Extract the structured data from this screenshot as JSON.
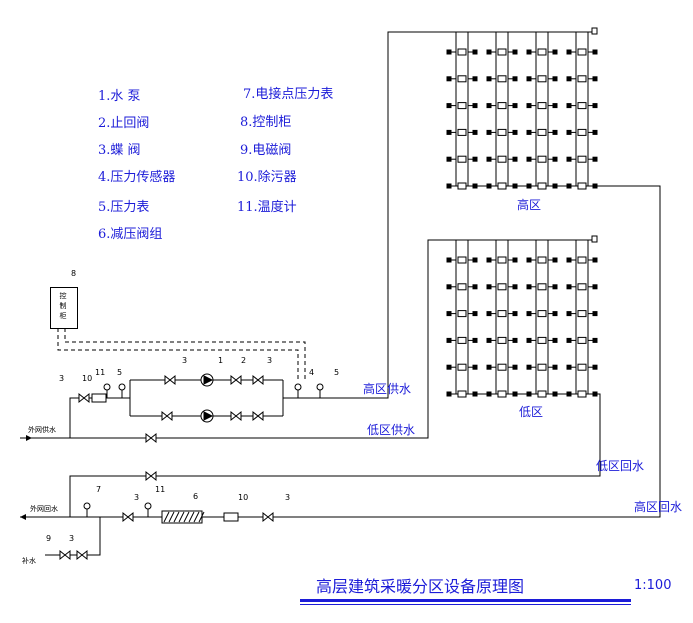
{
  "legend": [
    "1.水  泵",
    "2.止回阀",
    "3.蝶  阀",
    "4.压力传感器",
    "5.压力表",
    "6.减压阀组",
    "7.电接点压力表",
    "8.控制柜",
    "9.电磁阀",
    "10.除污器",
    "11.温度计"
  ],
  "zones": {
    "high": "高区",
    "low": "低区"
  },
  "pipes": {
    "high_supply": "高区供水",
    "low_supply": "低区供水",
    "low_return": "低区回水",
    "high_return": "高区回水",
    "outer_supply": "外网供水",
    "outer_return": "外网回水",
    "makeup": "补水"
  },
  "cabinet": "控制柜",
  "tags": {
    "n8": "8",
    "n3a": "3",
    "n1": "1",
    "n2": "2",
    "n3b": "3",
    "n3c": "3",
    "n10a": "10",
    "n11a": "11",
    "n5a": "5",
    "n4": "4",
    "n5b": "5",
    "n7": "7",
    "n3d": "3",
    "n11b": "11",
    "n6": "6",
    "n10b": "10",
    "n3e": "3",
    "n9": "9",
    "n3f": "3"
  },
  "title": "高层建筑采暖分区设备原理图",
  "scale": "1:100"
}
